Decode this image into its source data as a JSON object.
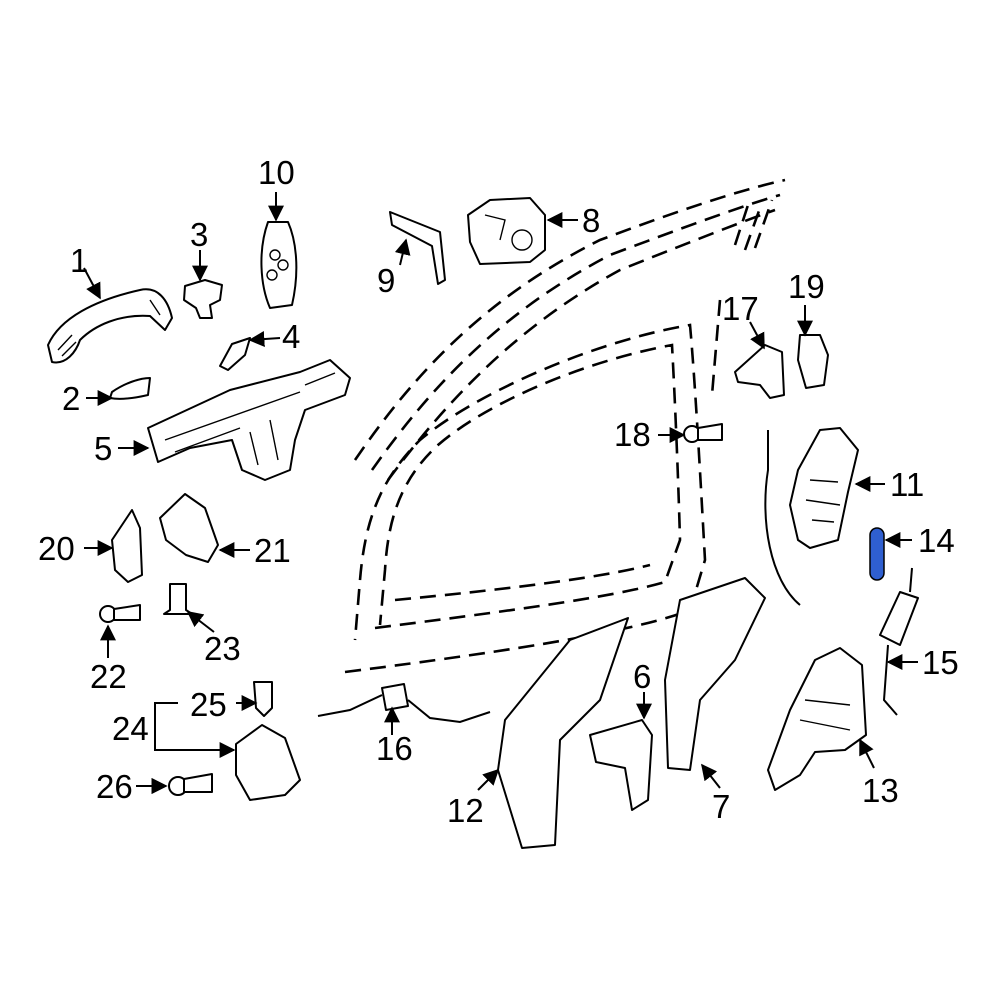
{
  "diagram": {
    "highlight_color": "#2f5fd0",
    "line_color": "#000000",
    "background_color": "#ffffff",
    "highlighted_part": "14",
    "callouts": [
      "1",
      "2",
      "3",
      "4",
      "5",
      "6",
      "7",
      "8",
      "9",
      "10",
      "11",
      "12",
      "13",
      "14",
      "15",
      "16",
      "17",
      "18",
      "19",
      "20",
      "21",
      "22",
      "23",
      "24",
      "25",
      "26"
    ]
  }
}
